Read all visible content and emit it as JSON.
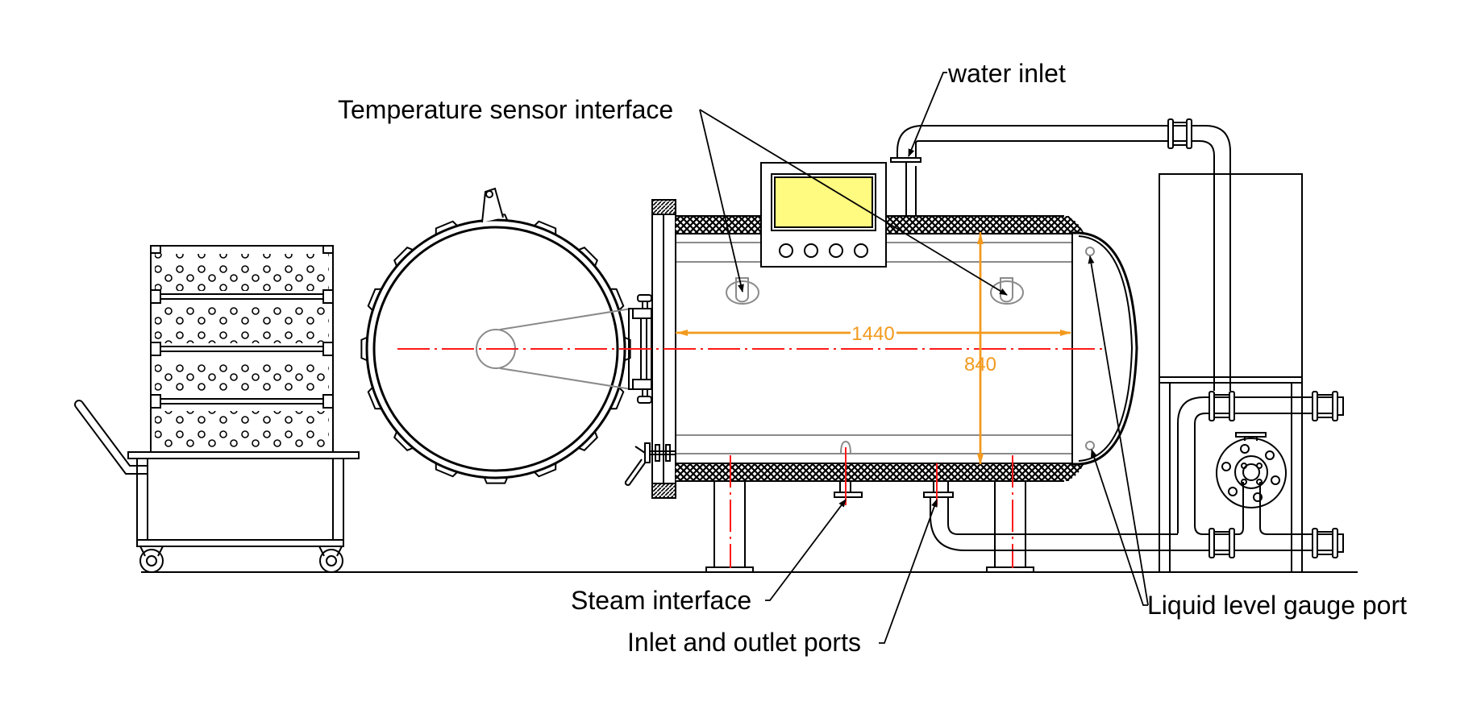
{
  "diagram": {
    "type": "engineering-drawing",
    "subject": "horizontal retort / autoclave with loading cart and door",
    "labels": {
      "water_inlet": "water inlet",
      "temperature_sensor": "Temperature sensor interface",
      "steam_interface": "Steam interface",
      "inlet_outlet_ports": "Inlet and outlet ports",
      "liquid_level_gauge": "Liquid level gauge port"
    },
    "dimensions": {
      "length": "1440",
      "diameter": "840"
    },
    "colors": {
      "line": "#000000",
      "centerline": "#ff1a1a",
      "dimension": "#f39a1e",
      "control_screen": "#fffa80",
      "hidden": "#8a8a8a"
    },
    "control_panel": {
      "button_count": 4
    }
  }
}
